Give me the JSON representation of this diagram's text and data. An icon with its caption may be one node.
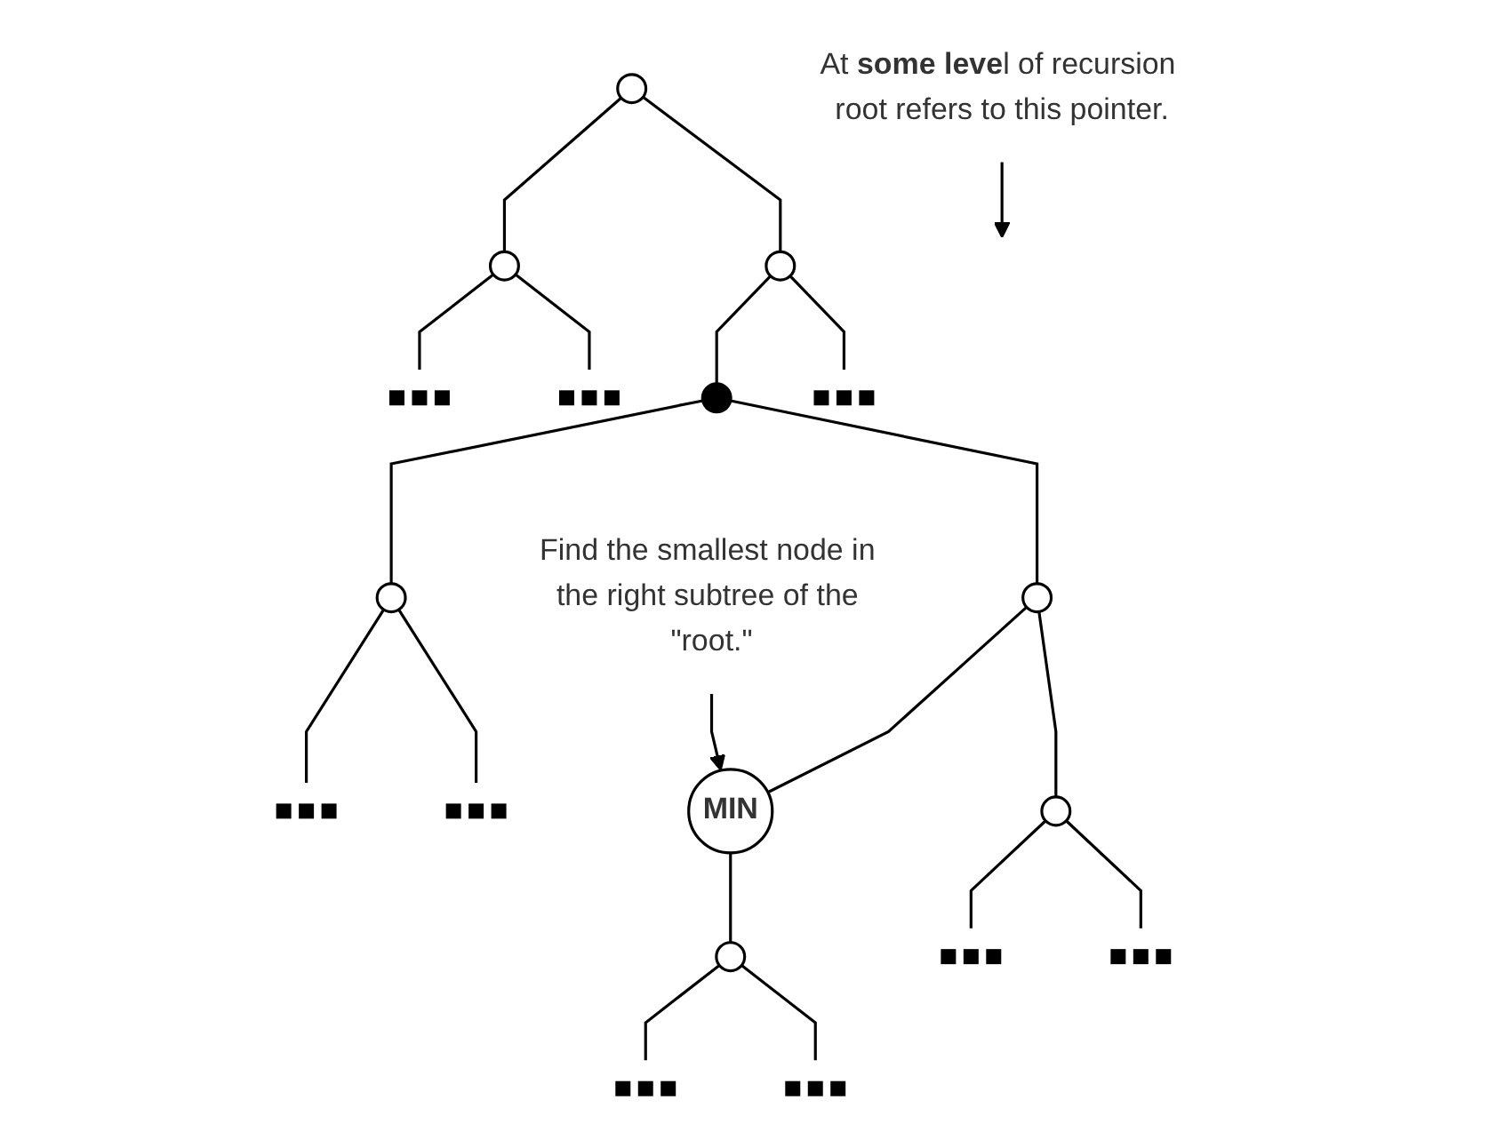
{
  "diagram": {
    "nodes": [
      {
        "text": [],
        "shape": "circle"
      },
      {
        "text": [],
        "shape": "circle"
      },
      {
        "text": [],
        "shape": "circle"
      },
      {
        "text": [
          "At **some leve**l of recursion root refers to this pointer."
        ]
      },
      {
        "text": [],
        "shape": "dots"
      },
      {
        "text": [],
        "shape": "dots"
      },
      {
        "text": [],
        "shape": "filled-circle"
      },
      {
        "text": [],
        "shape": "dots"
      },
      {
        "text": [],
        "shape": "circle"
      },
      {
        "text": [],
        "shape": "circle"
      },
      {
        "text": [
          "Find the smallest node in the right subtree of the \"root.\""
        ]
      },
      {
        "text": [],
        "shape": "dots"
      },
      {
        "text": [],
        "shape": "dots"
      },
      {
        "text": [
          "MIN"
        ]
      },
      {
        "text": [],
        "shape": "circle"
      },
      {
        "text": [],
        "shape": "circle"
      },
      {
        "text": [],
        "shape": "dots"
      },
      {
        "text": [],
        "shape": "dots"
      },
      {
        "text": [],
        "shape": "dots"
      },
      {
        "text": [],
        "shape": "dots"
      }
    ],
    "edges": [
      {
        "from": 0,
        "to": 1,
        "arrow": "none"
      },
      {
        "from": 0,
        "to": 2,
        "arrow": "none"
      },
      {
        "from": 1,
        "to": 4,
        "arrow": "none"
      },
      {
        "from": 1,
        "to": 5,
        "arrow": "none"
      },
      {
        "from": 2,
        "to": 6,
        "arrow": "none"
      },
      {
        "from": 2,
        "to": 7,
        "arrow": "none"
      },
      {
        "from": 6,
        "to": 8,
        "arrow": "none"
      },
      {
        "from": 6,
        "to": 9,
        "arrow": "none"
      },
      {
        "from": 8,
        "to": 11,
        "arrow": "none"
      },
      {
        "from": 8,
        "to": 12,
        "arrow": "none"
      },
      {
        "from": 9,
        "to": 13,
        "arrow": "none"
      },
      {
        "from": 9,
        "to": 14,
        "arrow": "none"
      },
      {
        "from": 13,
        "to": 15,
        "arrow": "none"
      },
      {
        "from": 14,
        "to": 16,
        "arrow": "none"
      },
      {
        "from": 14,
        "to": 17,
        "arrow": "none"
      },
      {
        "from": 15,
        "to": 18,
        "arrow": "none"
      },
      {
        "from": 15,
        "to": 19,
        "arrow": "none"
      },
      {
        "from": 3,
        "to": null,
        "arrow": "to"
      },
      {
        "from": 10,
        "to": 13,
        "arrow": "to"
      }
    ]
  }
}
